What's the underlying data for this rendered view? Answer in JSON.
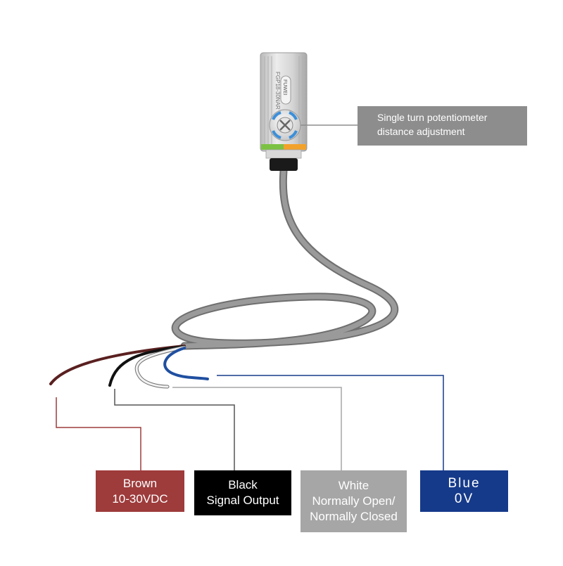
{
  "sensor": {
    "brand": "FUWEI",
    "model_text": "FGP18-30NAR"
  },
  "callout": {
    "line1": "Single turn potentiometer",
    "line2": "distance adjustment"
  },
  "wires": {
    "brown": {
      "name": "Brown",
      "function": "10-30VDC",
      "color": "#9e3b3b"
    },
    "black": {
      "name": "Black",
      "function": "Signal Output",
      "color": "#000000"
    },
    "white": {
      "name": "White",
      "function_line1": "Normally Open/",
      "function_line2": "Normally Closed",
      "color": "#a6a6a6"
    },
    "blue": {
      "name": "Blue",
      "function": "0V",
      "color": "#163a8a"
    }
  },
  "colors": {
    "cable": "#8a8a8a",
    "leader_gray": "#8d8d8d",
    "led_green": "#7cc242",
    "led_orange": "#f2a22b"
  }
}
